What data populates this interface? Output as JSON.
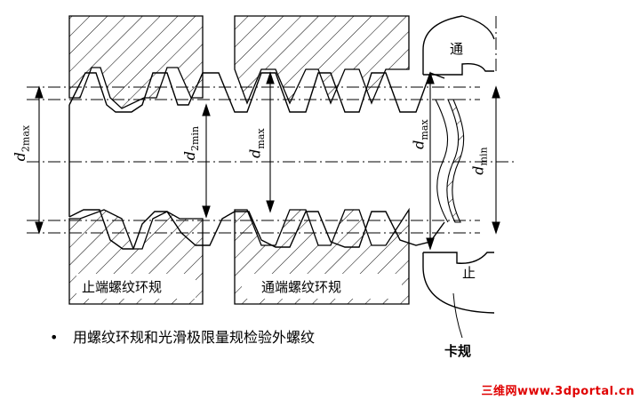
{
  "labels": {
    "nogo_ring": "止端螺纹环规",
    "go_ring": "通端螺纹环规",
    "go_mark": "通",
    "nogo_mark": "止",
    "d2max_left": {
      "base": "d",
      "sub": "2max"
    },
    "d2min": {
      "base": "d",
      "sub": "2min"
    },
    "dmax_mid": {
      "base": "d",
      "sub": "max"
    },
    "dmax_right": {
      "base": "d",
      "sub": "max"
    },
    "dmin_right": {
      "base": "d",
      "sub": "min"
    },
    "snap_gauge": "卡规"
  },
  "caption": {
    "bullet": "•",
    "text": "用螺纹环规和光滑极限量规检验外螺纹"
  },
  "watermark": "三维网www.3dportal.cn"
}
